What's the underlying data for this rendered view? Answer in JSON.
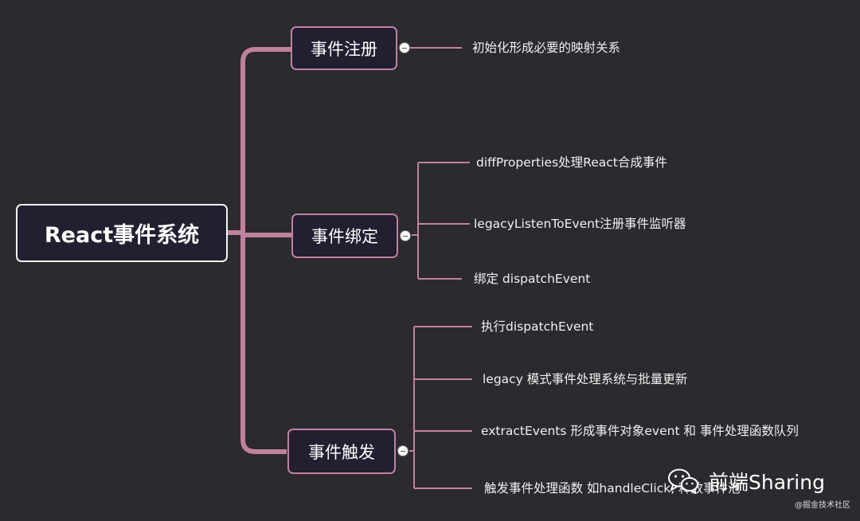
{
  "root": {
    "label": "React事件系统"
  },
  "branches": [
    {
      "label": "事件注册",
      "leaves": [
        "初始化形成必要的映射关系"
      ]
    },
    {
      "label": "事件绑定",
      "leaves": [
        "diffProperties处理React合成事件",
        "legacyListenToEvent注册事件监听器",
        "绑定 dispatchEvent"
      ]
    },
    {
      "label": "事件触发",
      "leaves": [
        "执行dispatchEvent",
        "legacy 模式事件处理系统与批量更新",
        "extractEvents 形成事件对象event 和 事件处理函数队列",
        "触发事件处理函数 如handleClick, 释放事件池"
      ]
    }
  ],
  "watermark": {
    "text": "前端Sharing",
    "icon": "wechat-icon"
  },
  "footer": {
    "text": "@掘金技术社区"
  },
  "colors": {
    "background": "#2b2a2f",
    "node_fill": "#221f31",
    "branch_border": "#c0819f",
    "connector": "#c0819f",
    "root_border": "#f2f2f2",
    "text": "#ffffff"
  }
}
